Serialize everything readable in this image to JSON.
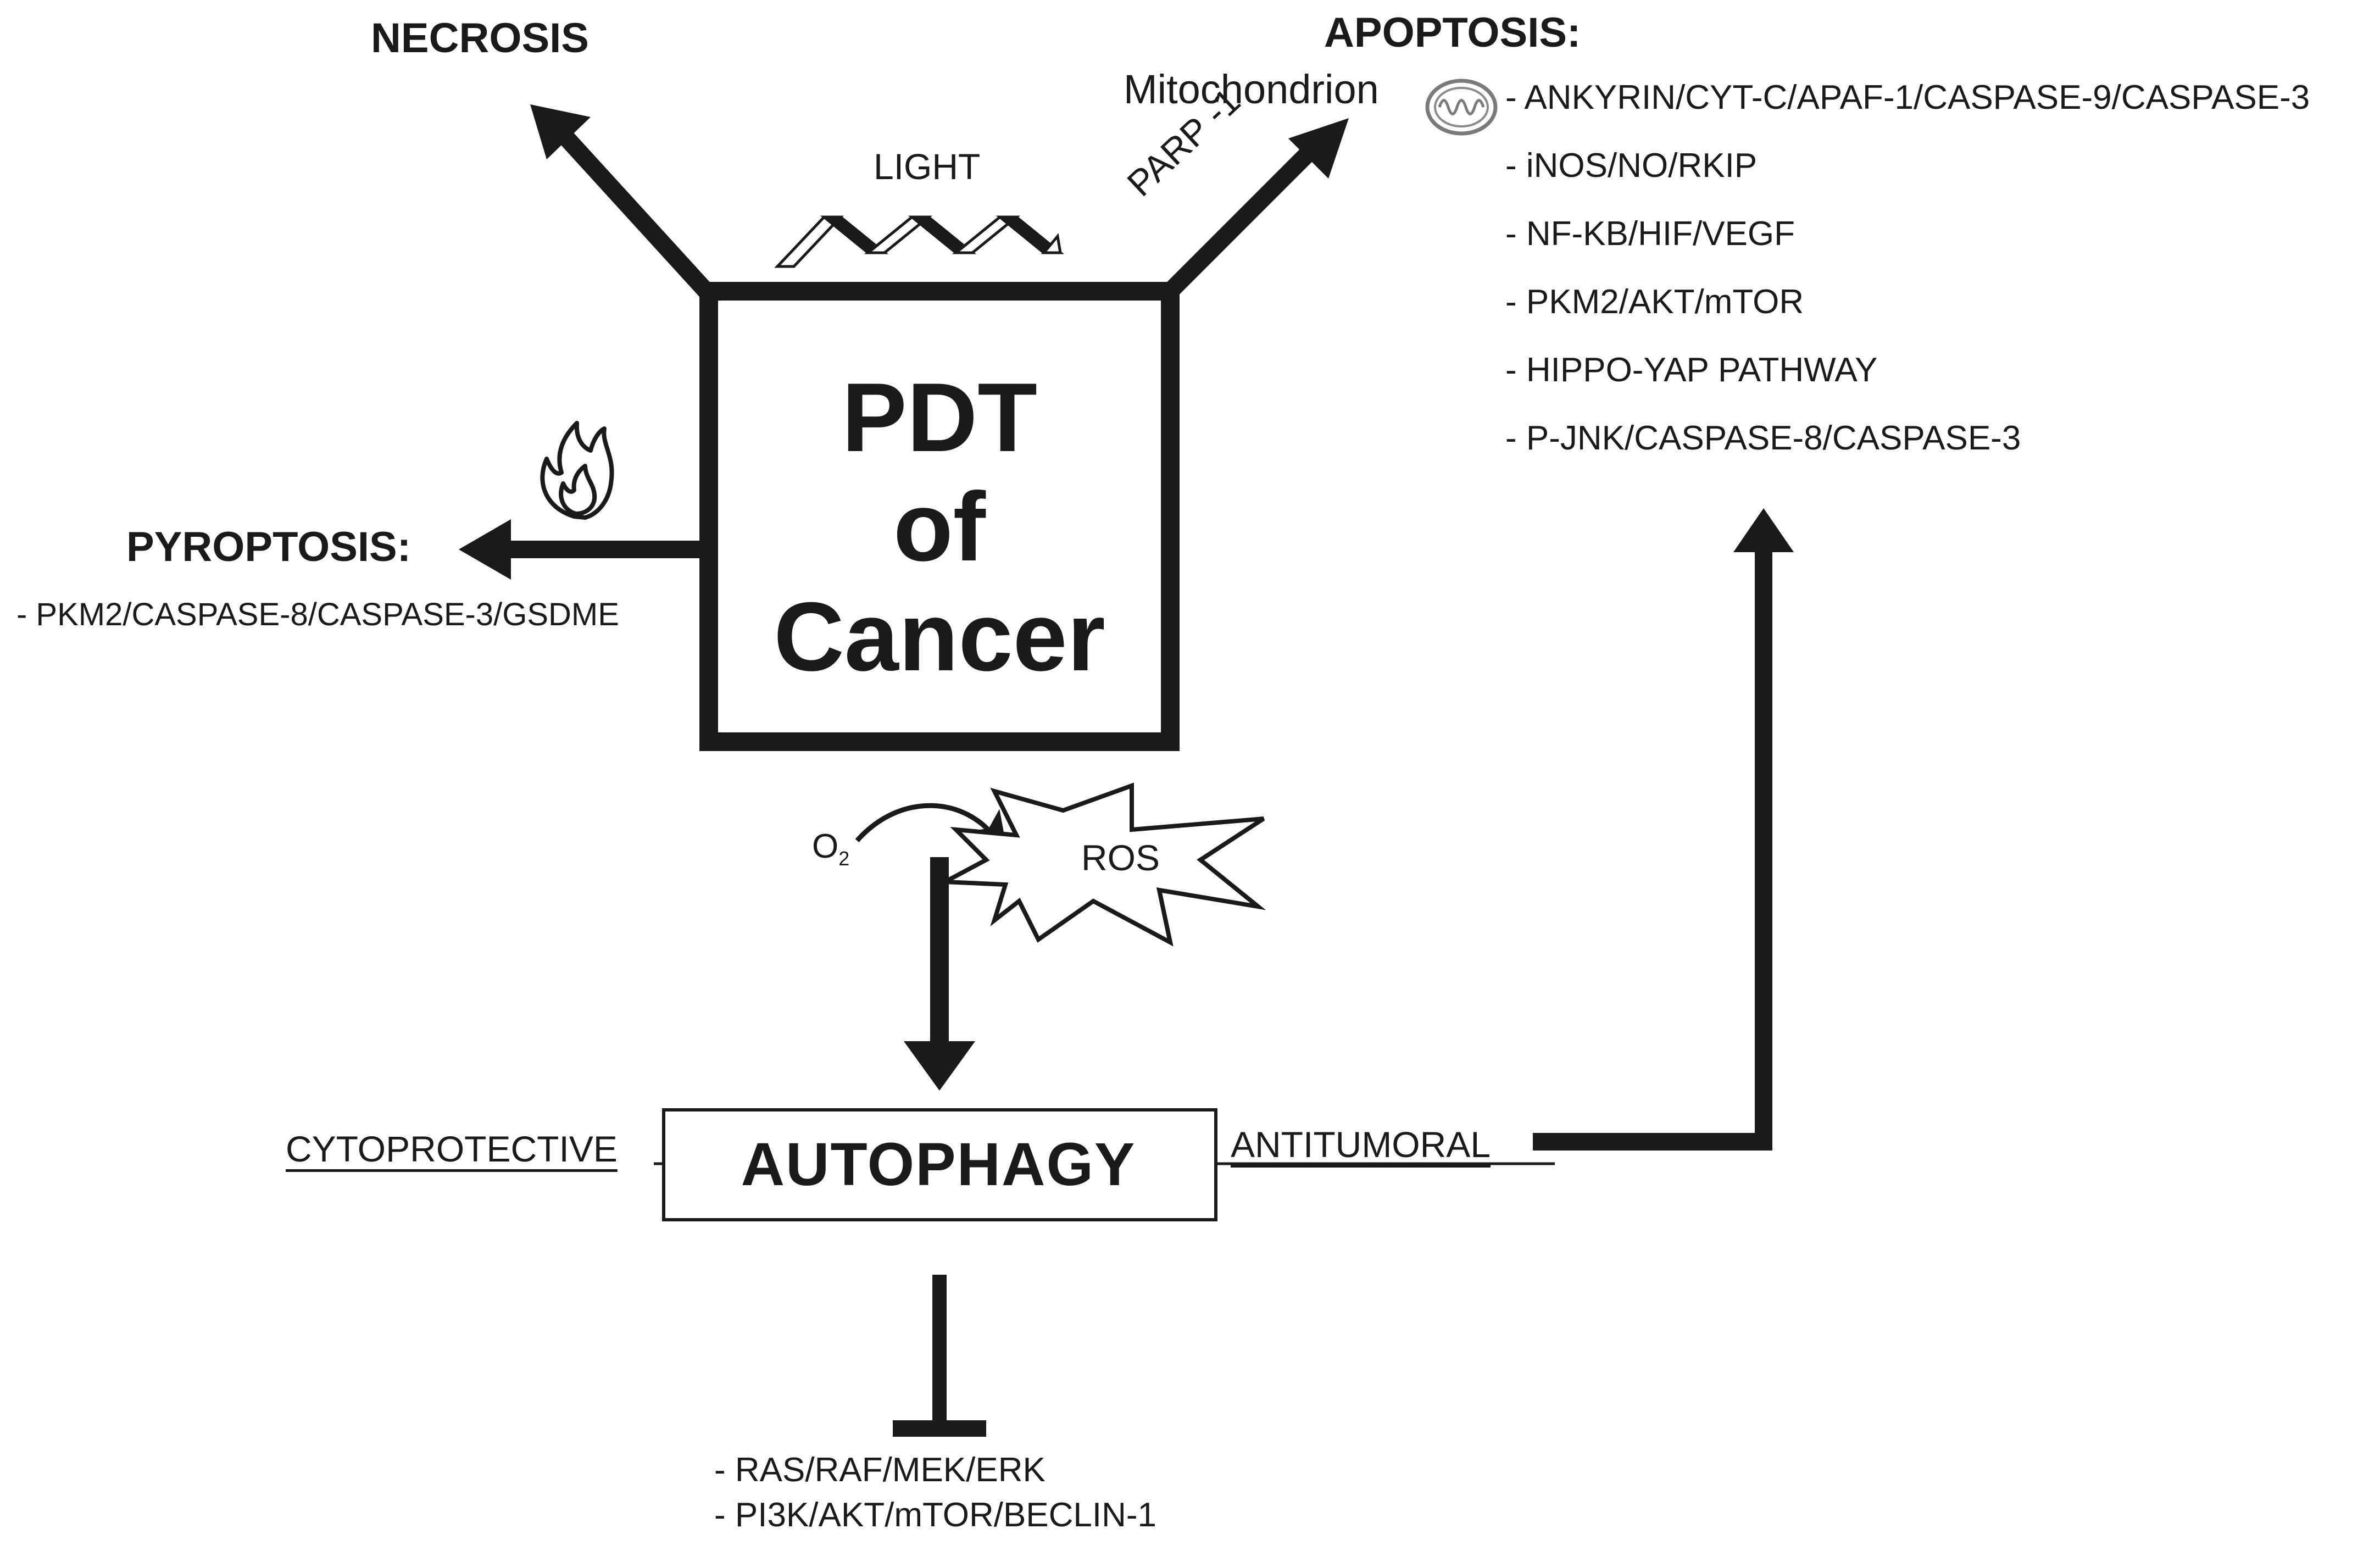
{
  "center": {
    "line1": "PDT",
    "line2": "of",
    "line3": "Cancer"
  },
  "necrosis": {
    "label": "NECROSIS"
  },
  "light": {
    "label": "LIGHT"
  },
  "parp": {
    "label": "PARP -1"
  },
  "apoptosis": {
    "label": "APOPTOSIS:",
    "mito_label": "Mitochondrion",
    "items": [
      "-  ANKYRIN/CYT-C/APAF-1/CASPASE-9/CASPASE-3",
      "- iNOS/NO/RKIP",
      "- NF-KB/HIF/VEGF",
      "- PKM2/AKT/mTOR",
      "- HIPPO-YAP PATHWAY",
      "- P-JNK/CASPASE-8/CASPASE-3"
    ]
  },
  "pyroptosis": {
    "label": "PYROPTOSIS:",
    "item": "-  PKM2/CASPASE-8/CASPASE-3/GSDME"
  },
  "oxygen": {
    "label": "O",
    "sub": "2"
  },
  "ros": {
    "label": "ROS"
  },
  "autophagy": {
    "label": "AUTOPHAGY",
    "left_label": "CYTOPROTECTIVE",
    "right_label": "ANTITUMORAL"
  },
  "inhibited": {
    "items": [
      "- RAS/RAF/MEK/ERK",
      "- PI3K/AKT/mTOR/BECLIN-1"
    ]
  },
  "colors": {
    "ink": "#1a1a1a",
    "background": "#ffffff"
  },
  "icons": [
    "mitochondrion-icon",
    "flame-icon",
    "light-wave-icon",
    "ros-burst-icon"
  ]
}
